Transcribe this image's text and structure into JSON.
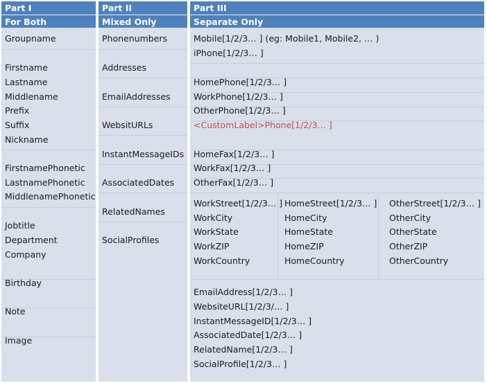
{
  "part1": {
    "title": "Part I",
    "subtitle": "For Both",
    "items": [
      "Groupname",
      "Firstname",
      "Lastname",
      "Middlename",
      "Prefix",
      "Suffix",
      "Nickname",
      "FirstnamePhonetic",
      "LastnamePhonetic",
      "MiddlenamePhonetic",
      "Jobtitle",
      "Department",
      "Company",
      "Birthday",
      "Note",
      "Image"
    ]
  },
  "part2": {
    "title": "Part II",
    "subtitle": "Mixed Only",
    "items": [
      "Phonenumbers",
      "Addresses",
      "EmailAddresses",
      "WebsitURLs",
      "InstantMessageIDs",
      "AssociatedDates",
      "RelatedNames",
      "SocialProfiles"
    ]
  },
  "part3": {
    "title": "Part III",
    "subtitle": "Separate Only",
    "phones": [
      "Mobile[1/2/3… ] (eg: Mobile1, Mobile2, … )",
      "iPhone[1/2/3… ]",
      "HomePhone[1/2/3… ]",
      "WorkPhone[1/2/3… ]",
      "OtherPhone[1/2/3… ]",
      "<CustomLabel>Phone[1/2/3… ]",
      "HomeFax[1/2/3… ]",
      "WorkFax[1/2/3… ]",
      "OtherFax[1/2/3… ]"
    ],
    "address_work": [
      "WorkStreet[1/2/3… ]",
      "WorkCity",
      "WorkState",
      "WorkZIP",
      "WorkCountry"
    ],
    "address_home": [
      "HomeStreet[1/2/3… ]",
      "HomeCity",
      "HomeState",
      "HomeZIP",
      "HomeCountry"
    ],
    "address_other": [
      "OtherStreet[1/2/3… ]",
      "OtherCity",
      "OtherState",
      "OtherZIP",
      "OtherCountry"
    ],
    "others": [
      "EmailAddress[1/2/3… ]",
      "WebsiteURL[1/2/3/… ]",
      "InstantMessageID[1/2/3… ]",
      "AssociatedDate[1/2/3… ]",
      "RelatedName[1/2/3… ]",
      "SocialProfile[1/2/3… ]"
    ]
  },
  "colors": {
    "header": "#4f81bd",
    "cell": "#d9dfeb",
    "custom_label": "#c0504d"
  }
}
